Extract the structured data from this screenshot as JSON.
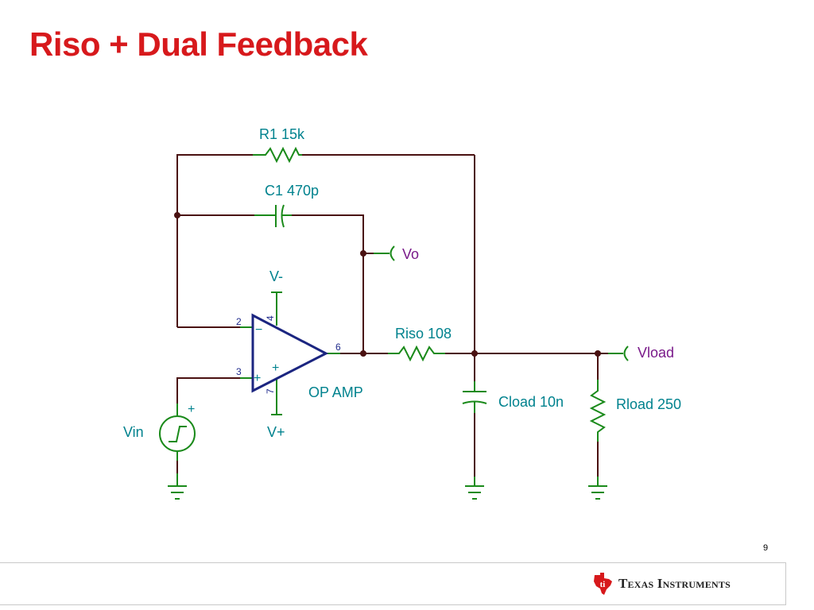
{
  "slide": {
    "title": "Riso + Dual Feedback",
    "page_number": "9"
  },
  "schematic": {
    "components": {
      "r1": "R1 15k",
      "c1": "C1 470p",
      "riso": "Riso 108",
      "cload": "Cload 10n",
      "rload": "Rload 250",
      "opamp": "OP AMP",
      "vin": "Vin",
      "vminus": "V-",
      "vplus": "V+"
    },
    "probes": {
      "vo": "Vo",
      "vload": "Vload"
    },
    "pins": {
      "inv": "2",
      "noninv": "3",
      "out": "6",
      "supply_neg": "4",
      "supply_pos": "7"
    },
    "signs": {
      "inv_input": "−",
      "noninv_input": "+",
      "opamp_plus": "+",
      "source_plus": "+"
    },
    "colors": {
      "wire": "#4a1111",
      "component": "#1a8a1a",
      "opamp_outline": "#1b2580",
      "label": "#00828e",
      "probe_label": "#7a1a8a",
      "title": "#d7191c"
    }
  },
  "footer": {
    "logo_text": "Texas Instruments",
    "logo_icon": "texas-state-icon"
  }
}
